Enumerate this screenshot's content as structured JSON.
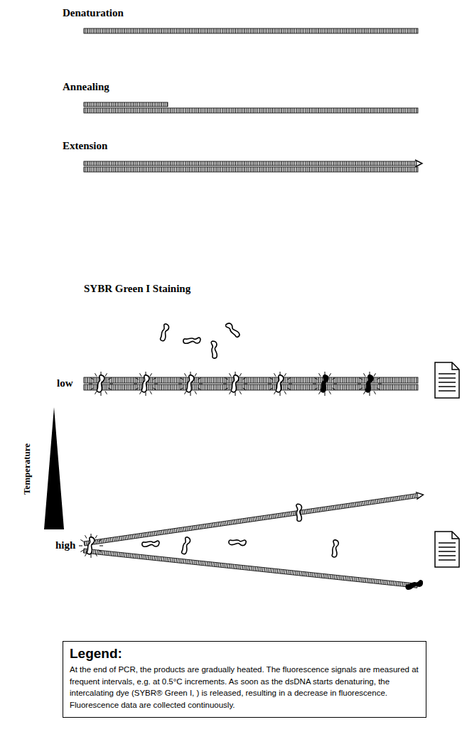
{
  "diagram": {
    "nodes": [
      {
        "text": [
          "Legend:",
          "At the end of PCR, the products are gradually heated. The fluorescence signals are measured at frequent intervals, e.g. at 0.5°C increments. As soon as the dsDNA starts denaturing, the intercalating dye (SYBR® Green I, ) is released, resulting in a decrease in fluorescence.",
          "Fluorescence data are collected continuously."
        ]
      }
    ],
    "labels": [
      "Denaturation",
      "Annealing",
      "Extension",
      "SYBR Green I Staining",
      "low",
      "Temperature",
      "high"
    ]
  }
}
